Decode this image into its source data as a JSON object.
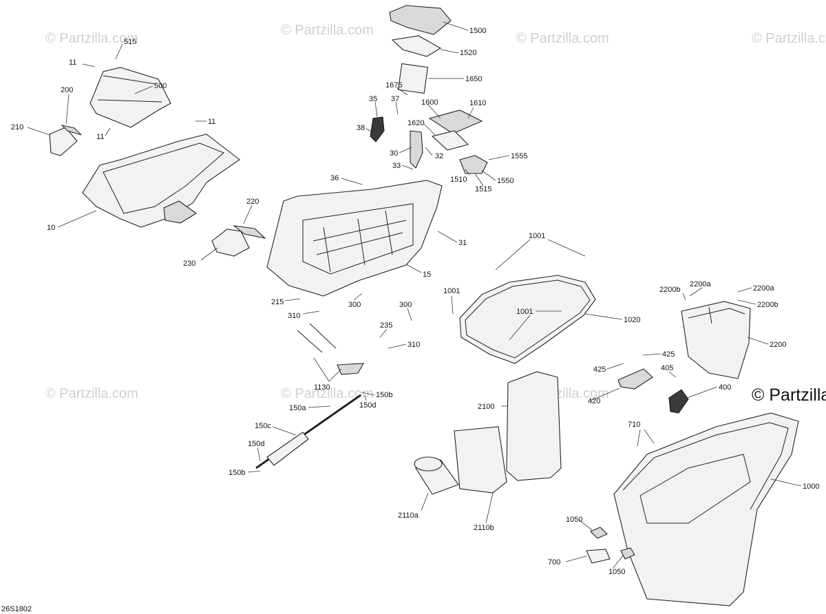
{
  "diagram_ref": "26S1802",
  "watermarks": {
    "small": "© Partzilla.com",
    "large": "© Partzilla"
  },
  "callouts": [
    {
      "id": "c515",
      "text": "515"
    },
    {
      "id": "c11a",
      "text": "11"
    },
    {
      "id": "c500",
      "text": "500"
    },
    {
      "id": "c200",
      "text": "200"
    },
    {
      "id": "c210",
      "text": "210"
    },
    {
      "id": "c11b",
      "text": "11"
    },
    {
      "id": "c11c",
      "text": "11"
    },
    {
      "id": "c10",
      "text": "10"
    },
    {
      "id": "c220",
      "text": "220"
    },
    {
      "id": "c230",
      "text": "230"
    },
    {
      "id": "c1500",
      "text": "1500"
    },
    {
      "id": "c1520",
      "text": "1520"
    },
    {
      "id": "c1650",
      "text": "1650"
    },
    {
      "id": "c1675",
      "text": "1675"
    },
    {
      "id": "c35",
      "text": "35"
    },
    {
      "id": "c37",
      "text": "37"
    },
    {
      "id": "c1600",
      "text": "1600"
    },
    {
      "id": "c1610",
      "text": "1610"
    },
    {
      "id": "c38",
      "text": "38"
    },
    {
      "id": "c1620",
      "text": "1620"
    },
    {
      "id": "c30",
      "text": "30"
    },
    {
      "id": "c32",
      "text": "32"
    },
    {
      "id": "c33",
      "text": "33"
    },
    {
      "id": "c1555",
      "text": "1555"
    },
    {
      "id": "c1510",
      "text": "1510"
    },
    {
      "id": "c1550",
      "text": "1550"
    },
    {
      "id": "c1515",
      "text": "1515"
    },
    {
      "id": "c36",
      "text": "36"
    },
    {
      "id": "c31",
      "text": "31"
    },
    {
      "id": "c15",
      "text": "15"
    },
    {
      "id": "c215",
      "text": "215"
    },
    {
      "id": "c300a",
      "text": "300"
    },
    {
      "id": "c300b",
      "text": "300"
    },
    {
      "id": "c310a",
      "text": "310"
    },
    {
      "id": "c235",
      "text": "235"
    },
    {
      "id": "c310b",
      "text": "310"
    },
    {
      "id": "c1130",
      "text": "1130"
    },
    {
      "id": "c150b1",
      "text": "150b"
    },
    {
      "id": "c150a",
      "text": "150a"
    },
    {
      "id": "c150d1",
      "text": "150d"
    },
    {
      "id": "c150c",
      "text": "150c"
    },
    {
      "id": "c150d2",
      "text": "150d"
    },
    {
      "id": "c150b2",
      "text": "150b"
    },
    {
      "id": "c1001a",
      "text": "1001"
    },
    {
      "id": "c1001b",
      "text": "1001"
    },
    {
      "id": "c1001c",
      "text": "1001"
    },
    {
      "id": "c1020",
      "text": "1020"
    },
    {
      "id": "c2200b1",
      "text": "2200b"
    },
    {
      "id": "c2200a1",
      "text": "2200a"
    },
    {
      "id": "c2200a2",
      "text": "2200a"
    },
    {
      "id": "c2200b2",
      "text": "2200b"
    },
    {
      "id": "c2200",
      "text": "2200"
    },
    {
      "id": "c425a",
      "text": "425"
    },
    {
      "id": "c425b",
      "text": "425"
    },
    {
      "id": "c405",
      "text": "405"
    },
    {
      "id": "c420",
      "text": "420"
    },
    {
      "id": "c400",
      "text": "400"
    },
    {
      "id": "c2100",
      "text": "2100"
    },
    {
      "id": "c2110a",
      "text": "2110a"
    },
    {
      "id": "c2110b",
      "text": "2110b"
    },
    {
      "id": "c710",
      "text": "710"
    },
    {
      "id": "c1000",
      "text": "1000"
    },
    {
      "id": "c1050a",
      "text": "1050"
    },
    {
      "id": "c700",
      "text": "700"
    },
    {
      "id": "c1050b",
      "text": "1050"
    }
  ]
}
